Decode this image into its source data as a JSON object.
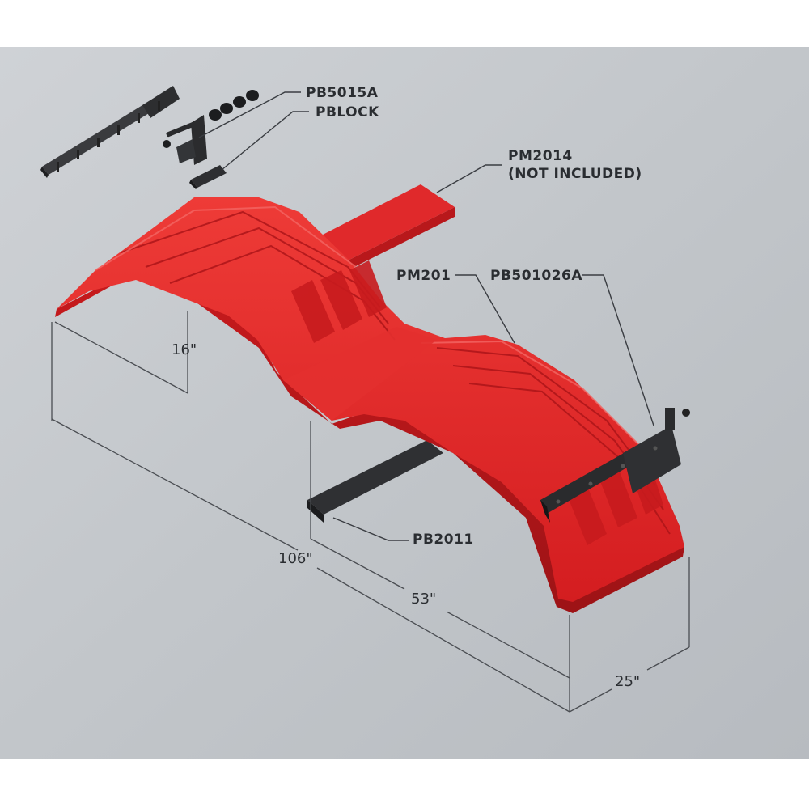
{
  "colors": {
    "background_top": "#c9ccd0",
    "background_bottom": "#b8bcc1",
    "fender_red": "#d81f22",
    "fender_dark": "#a4161a",
    "fender_light": "#ef4a47",
    "bracket_dark": "#2b2c2e"
  },
  "labels": {
    "pb5015a": "PB5015A",
    "pblock": "PBLOCK",
    "pm2014_line1": "PM2014",
    "pm2014_line2": "(NOT INCLUDED)",
    "pm201": "PM201",
    "pb501026a": "PB501026A",
    "pb2011": "PB2011"
  },
  "dimensions": {
    "height": "16\"",
    "overall_length": "106\"",
    "half_length": "53\"",
    "width": "25\""
  },
  "icons": [
    "rail-bracket-icon",
    "bolt-icon",
    "washer-icon",
    "clamp-plate-icon",
    "block-icon",
    "mount-bracket-icon",
    "support-bar-icon"
  ]
}
